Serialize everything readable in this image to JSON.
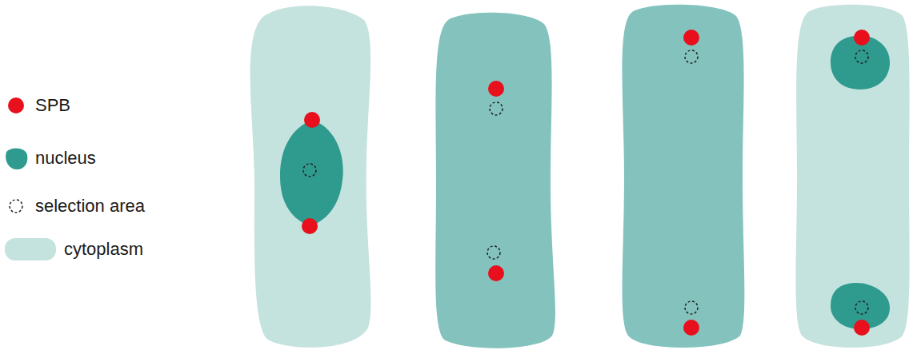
{
  "diagram": {
    "legend": [
      {
        "text": "SPB",
        "color": "#e8101c"
      },
      {
        "text": "nucleus",
        "color": "#2f9a8e"
      },
      {
        "text": "selection area"
      },
      {
        "text": "cytoplasm",
        "color": "#c4e2de"
      }
    ]
  }
}
